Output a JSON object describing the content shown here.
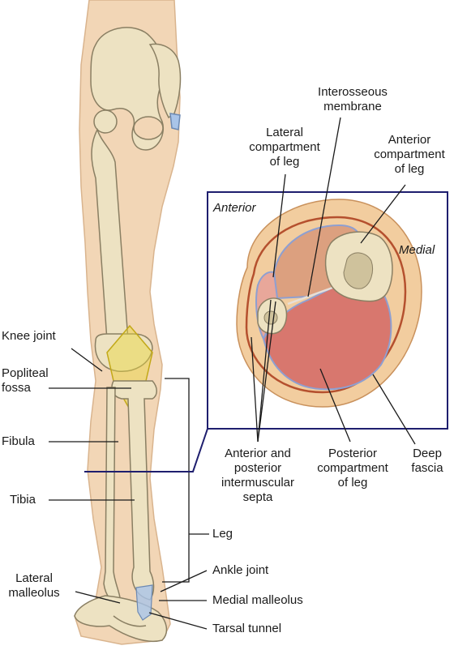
{
  "colors": {
    "skin": "#f2d6b6",
    "skin_outline": "#d9b48e",
    "bone": "#ede2c2",
    "bone_outline": "#8a7f63",
    "bone_shadow": "#cfc29c",
    "frame": "#1e1e6e",
    "muscle_lateral": "#e8a79a",
    "muscle_anterior": "#dca07f",
    "muscle_posterior": "#d8776e",
    "fat": "#f2cd9f",
    "fascia": "#b5502e",
    "knee_highlight": "#e8d73c",
    "ankle_highlight": "#a9c4e8"
  },
  "labels": {
    "knee_joint": "Knee joint",
    "popliteal_fossa_1": "Popliteal",
    "popliteal_fossa_2": "fossa",
    "fibula": "Fibula",
    "tibia": "Tibia",
    "lateral_malleolus_1": "Lateral",
    "lateral_malleolus_2": "malleolus",
    "leg": "Leg",
    "ankle_joint": "Ankle joint",
    "medial_malleolus": "Medial malleolus",
    "tarsal_tunnel": "Tarsal tunnel",
    "interosseous_1": "Interosseous",
    "interosseous_2": "membrane",
    "lateral_comp_1": "Lateral",
    "lateral_comp_2": "compartment",
    "lateral_comp_3": "of leg",
    "anterior_comp_1": "Anterior",
    "anterior_comp_2": "compartment",
    "anterior_comp_3": "of leg",
    "anterior_dir": "Anterior",
    "medial_dir": "Medial",
    "septa_1": "Anterior and",
    "septa_2": "posterior",
    "septa_3": "intermuscular",
    "septa_4": "septa",
    "posterior_comp_1": "Posterior",
    "posterior_comp_2": "compartment",
    "posterior_comp_3": "of leg",
    "deep_fascia_1": "Deep",
    "deep_fascia_2": "fascia"
  }
}
